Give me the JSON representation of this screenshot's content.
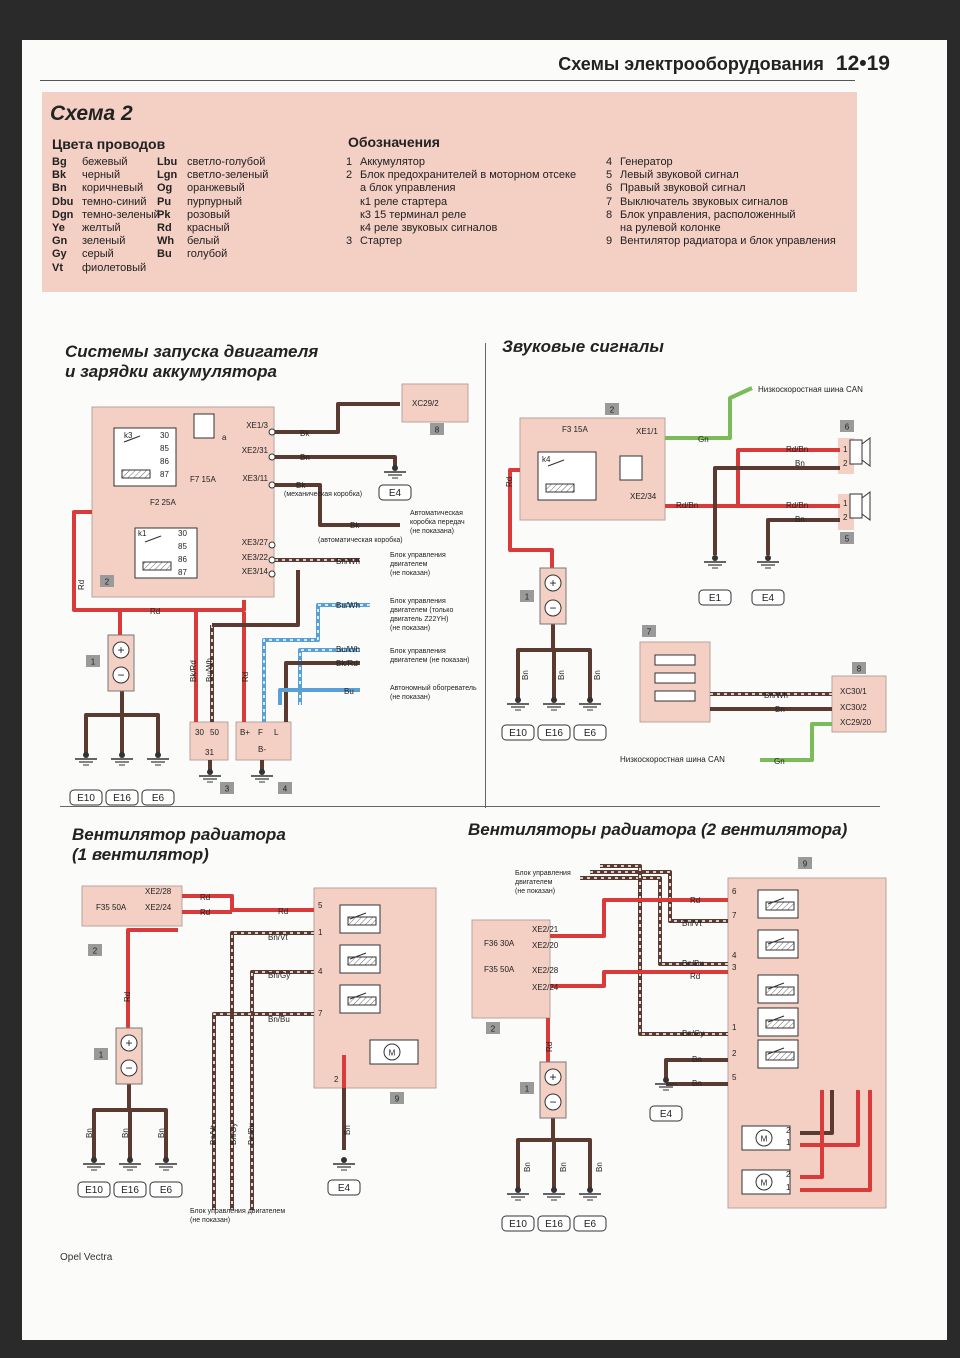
{
  "header": {
    "title": "Схемы электрооборудования",
    "page": "12•19"
  },
  "legend": {
    "title": "Схема 2",
    "colors_title": "Цвета проводов",
    "colors_left": [
      {
        "code": "Bg",
        "name": "бежевый"
      },
      {
        "code": "Bk",
        "name": "черный"
      },
      {
        "code": "Bn",
        "name": "коричневый"
      },
      {
        "code": "Dbu",
        "name": "темно-синий"
      },
      {
        "code": "Dgn",
        "name": "темно-зеленый"
      },
      {
        "code": "Ye",
        "name": "желтый"
      },
      {
        "code": "Gn",
        "name": "зеленый"
      },
      {
        "code": "Gy",
        "name": "серый"
      },
      {
        "code": "Vt",
        "name": "фиолетовый"
      }
    ],
    "colors_right": [
      {
        "code": "Lbu",
        "name": "светло-голубой"
      },
      {
        "code": "Lgn",
        "name": "светло-зеленый"
      },
      {
        "code": "Og",
        "name": "оранжевый"
      },
      {
        "code": "Pu",
        "name": "пурпурный"
      },
      {
        "code": "Pk",
        "name": "розовый"
      },
      {
        "code": "Rd",
        "name": "красный"
      },
      {
        "code": "Wh",
        "name": "белый"
      },
      {
        "code": "Bu",
        "name": "голубой"
      }
    ],
    "designations_title": "Обозначения",
    "designations_a": [
      {
        "n": "1",
        "text": "Аккумулятор"
      },
      {
        "n": "2",
        "text": "Блок предохранителей в моторном отсеке"
      },
      {
        "n": "",
        "text": "а   блок управления"
      },
      {
        "n": "",
        "text": "к1  реле стартера"
      },
      {
        "n": "",
        "text": "к3  15 терминал реле"
      },
      {
        "n": "",
        "text": "к4  реле звуковых сигналов"
      },
      {
        "n": "3",
        "text": "Стартер"
      }
    ],
    "designations_b": [
      {
        "n": "4",
        "text": "Генератор"
      },
      {
        "n": "5",
        "text": "Левый звуковой сигнал"
      },
      {
        "n": "6",
        "text": "Правый звуковой сигнал"
      },
      {
        "n": "7",
        "text": "Выключатель звуковых сигналов"
      },
      {
        "n": "8",
        "text": "Блок управления, расположенный"
      },
      {
        "n": "",
        "text": "на рулевой колонке"
      },
      {
        "n": "9",
        "text": "Вентилятор радиатора и блок управления"
      }
    ]
  },
  "sections": {
    "starting": "Системы запуска двигателя\nи зарядки аккумулятора",
    "horns": "Звуковые сигналы",
    "fan1": "Вентилятор радиатора\n(1 вентилятор)",
    "fan2": "Вентиляторы радиатора (2 вентилятора)"
  },
  "diagram_labels": {
    "starting": {
      "xe": [
        "XE1/3",
        "XE2/31",
        "XE3/11",
        "XE3/27",
        "XE3/22",
        "XE3/14"
      ],
      "wires": [
        "Bk",
        "Bn",
        "Bk",
        "Bk",
        "Bn/Wh",
        "Bu/Wh",
        "Bu/Wh",
        "Bk/Rd",
        "Bu",
        "Rd",
        "Rd",
        "Bk/Rd",
        "Bu/Wh",
        "Rd"
      ],
      "fuses": [
        "F7 15A",
        "F2 25A"
      ],
      "relays": [
        "k3",
        "k1"
      ],
      "pins_relay": [
        "30",
        "85",
        "86",
        "87"
      ],
      "connector": "XC29/2",
      "box": "8",
      "mech_note": "(механическая коробка)",
      "auto_note": "(автоматическая коробка)",
      "notes": [
        "Автоматическая коробка передач (не показана)",
        "Блок управления двигателем (не показан)",
        "Блок управления двигателем (только двигатель Z22YH) (не показан)",
        "Блок управления двигателем (не показан)",
        "Автономный обогреватель (не показан)"
      ],
      "starter_pins": [
        "30",
        "50",
        "31"
      ],
      "alt_pins": [
        "B+",
        "F",
        "L",
        "B-"
      ],
      "grounds": [
        "E4",
        "E10",
        "E16",
        "E6"
      ],
      "comp_nums": [
        "1",
        "2",
        "3",
        "4"
      ]
    },
    "horns": {
      "can": "Низкоскоростная шина CAN",
      "fuse": "F3 15A",
      "xe": [
        "XE1/1",
        "XE2/34"
      ],
      "wires": [
        "Gn",
        "Rd/Bn",
        "Bn",
        "Rd/Bn",
        "Bn",
        "Rd",
        "Bn",
        "Bn",
        "Bn",
        "Bn/Wh",
        "Bn",
        "Gn"
      ],
      "xc": [
        "XC30/1",
        "XC30/2",
        "XC29/20"
      ],
      "grounds": [
        "E1",
        "E4",
        "E10",
        "E16",
        "E6"
      ],
      "comp_nums": [
        "1",
        "2",
        "5",
        "6",
        "7",
        "8"
      ]
    },
    "fan1": {
      "fuse": "F35 50A",
      "xe": [
        "XE2/28",
        "XE2/24"
      ],
      "wires": [
        "Rd",
        "Rd",
        "Rd",
        "Bn/Vt",
        "Bn/Gy",
        "Bn/Bu",
        "Rd",
        "Bn",
        "Bn",
        "Bn",
        "Bn/Vt",
        "Bn/Gy",
        "Bn/Bu",
        "Bn"
      ],
      "pins": [
        "5",
        "1",
        "4",
        "7",
        "2"
      ],
      "note": "Блок управления двигателем (не показан)",
      "grounds": [
        "E10",
        "E16",
        "E6",
        "E4"
      ],
      "comp_nums": [
        "1",
        "2",
        "9"
      ]
    },
    "fan2": {
      "note": "Блок управления двигателем (не показан)",
      "fuses": [
        "F36 30A",
        "F35 50A"
      ],
      "xe": [
        "XE2/21",
        "XE2/20",
        "XE2/28",
        "XE2/24"
      ],
      "wires": [
        "Rd",
        "Bn/Vt",
        "Bn/Bu",
        "Rd",
        "Bn/Gy",
        "Bn",
        "Bn",
        "Rd",
        "Bn",
        "Bn",
        "Bn"
      ],
      "pins": [
        "6",
        "7",
        "4",
        "3",
        "1",
        "2",
        "5",
        "2",
        "1",
        "2",
        "1"
      ],
      "grounds": [
        "E4",
        "E10",
        "E16",
        "E6"
      ],
      "comp_nums": [
        "1",
        "2",
        "9"
      ]
    }
  },
  "footer": "Opel Vectra",
  "colors": {
    "pink": "#f3cfc4",
    "red": "#d93a3a",
    "brown": "#5b3a32",
    "blue": "#5aa0d8",
    "green": "#7cbb5a",
    "gray": "#9a9a9a"
  }
}
